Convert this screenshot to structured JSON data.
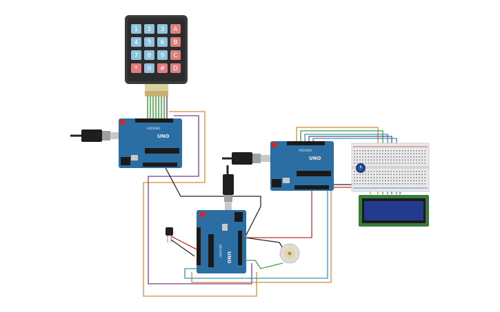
{
  "keypad": {
    "keys": [
      [
        "1",
        "2",
        "3",
        "A"
      ],
      [
        "4",
        "5",
        "6",
        "B"
      ],
      [
        "7",
        "8",
        "9",
        "C"
      ],
      [
        "*",
        "0",
        "#",
        "D"
      ]
    ]
  },
  "boards": [
    {
      "id": "uno-left",
      "model_text": "UNO",
      "brand_text": "ARDUINO"
    },
    {
      "id": "uno-right",
      "model_text": "UNO",
      "brand_text": "ARDUINO"
    },
    {
      "id": "uno-bottom",
      "model_text": "UNO",
      "brand_text": "ARDUINO"
    }
  ],
  "colors": {
    "board": "#2a6ea3",
    "keypad_body": "#3a3a3a",
    "key_blue": "#8fc3dc",
    "key_red": "#e07d7d",
    "wire_orange": "#d58a3a",
    "wire_purple": "#7b3b8f",
    "wire_teal": "#2b9bb5",
    "wire_green": "#3aa23a",
    "wire_red": "#cc2a2a",
    "wire_black": "#222222",
    "lcd_screen": "#233a8f"
  },
  "icons": [
    "usb-cable-icon",
    "potentiometer-icon",
    "dc-motor-icon",
    "ir-sensor-icon"
  ]
}
